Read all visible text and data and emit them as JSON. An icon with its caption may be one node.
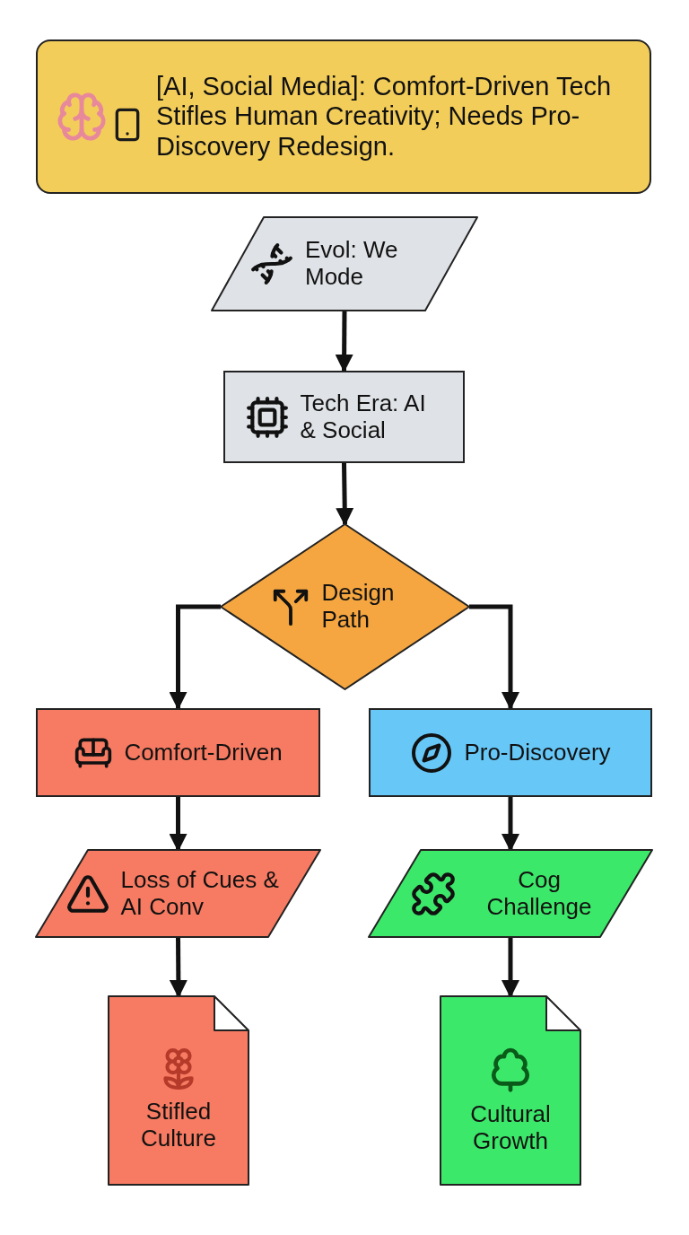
{
  "diagram": {
    "nodes": [
      {
        "text": [
          "[AI, Social Media]: Comfort-Driven Tech Stifles Human Creativity; Needs Pro-Discovery Redesign."
        ]
      },
      {
        "text": [
          "Evol: We Mode"
        ]
      },
      {
        "text": [
          "Tech Era: AI & Social"
        ]
      },
      {
        "text": [
          "Design Path"
        ]
      },
      {
        "text": [
          "Comfort-Driven"
        ]
      },
      {
        "text": [
          "Pro-Discovery"
        ]
      },
      {
        "text": [
          "Loss of Cues & AI Conv"
        ]
      },
      {
        "text": [
          "Cog Challenge"
        ]
      },
      {
        "text": [
          "Stifled Culture"
        ]
      },
      {
        "text": [
          "Cultural Growth"
        ]
      }
    ],
    "edges": [
      {
        "from": 1,
        "to": 2,
        "arrow": "to"
      },
      {
        "from": 2,
        "to": 3,
        "arrow": "to"
      },
      {
        "from": 3,
        "to": 4,
        "arrow": "to"
      },
      {
        "from": 3,
        "to": 5,
        "arrow": "to"
      },
      {
        "from": 4,
        "to": 6,
        "arrow": "to"
      },
      {
        "from": 5,
        "to": 7,
        "arrow": "to"
      },
      {
        "from": 6,
        "to": 8,
        "arrow": "to"
      },
      {
        "from": 7,
        "to": 9,
        "arrow": "to"
      }
    ]
  }
}
